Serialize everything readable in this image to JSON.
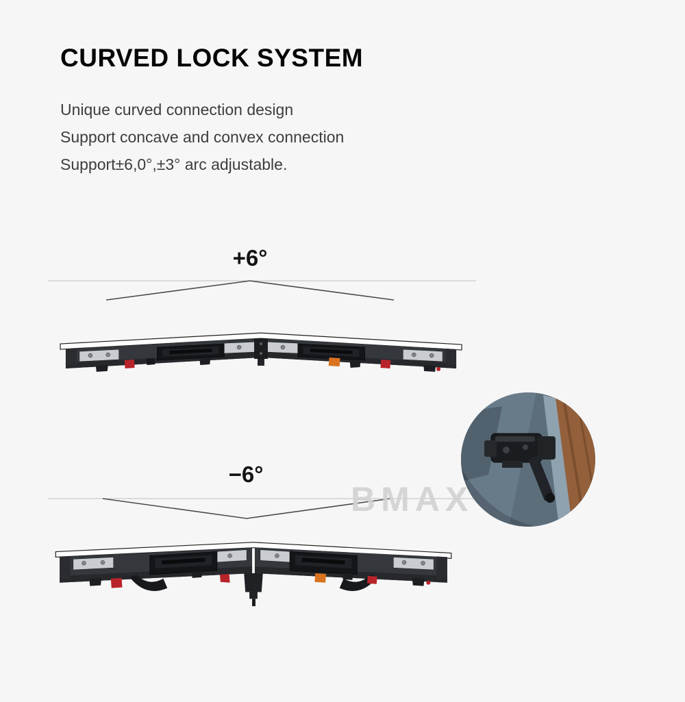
{
  "page": {
    "title": "CURVED LOCK SYSTEM",
    "description": [
      "Unique curved connection design",
      "Support concave and convex connection",
      "Support±6,0°,±3° arc adjustable."
    ],
    "watermark": "BMAX"
  },
  "sections": {
    "convex": {
      "angle_label": "+6°"
    },
    "concave": {
      "angle_label": "−6°"
    }
  },
  "images": {
    "convex_panels": "led-panel-rear-convex-view",
    "concave_panels": "led-panel-rear-concave-view",
    "lock_closeup": "curved-lock-mechanism-closeup-photo"
  },
  "colors": {
    "background": "#f6f6f6",
    "title_text": "#060606",
    "body_text": "#3d3d3d",
    "guide_line": "#c9c9c9",
    "angle_line": "#4a4a4a",
    "panel_dark": "#34373c",
    "panel_metal": "#c9ccd0",
    "accent_red": "#b8242a",
    "accent_orange": "#d9731f",
    "watermark": "#d2d2d2"
  }
}
